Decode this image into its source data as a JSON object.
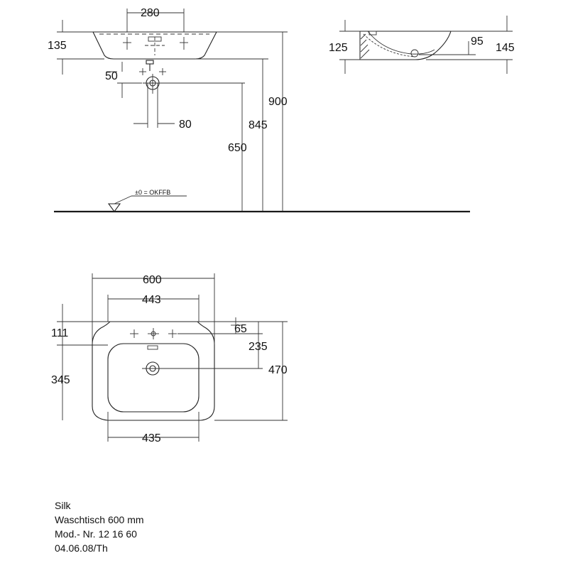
{
  "dimensions": {
    "d280": "280",
    "d135": "135",
    "d50": "50",
    "d80": "80",
    "d900": "900",
    "d845": "845",
    "d650": "650",
    "d125": "125",
    "d95": "95",
    "d145": "145",
    "d600": "600",
    "d443": "443",
    "d111": "111",
    "d65": "65",
    "d235": "235",
    "d345": "345",
    "d470": "470",
    "d435": "435"
  },
  "floor_label": "±0 = OKFFB",
  "caption": {
    "line1": "Silk",
    "line2": "Waschtisch 600 mm",
    "line3": "Mod.- Nr. 12 16 60",
    "line4": "04.06.08/Th"
  }
}
